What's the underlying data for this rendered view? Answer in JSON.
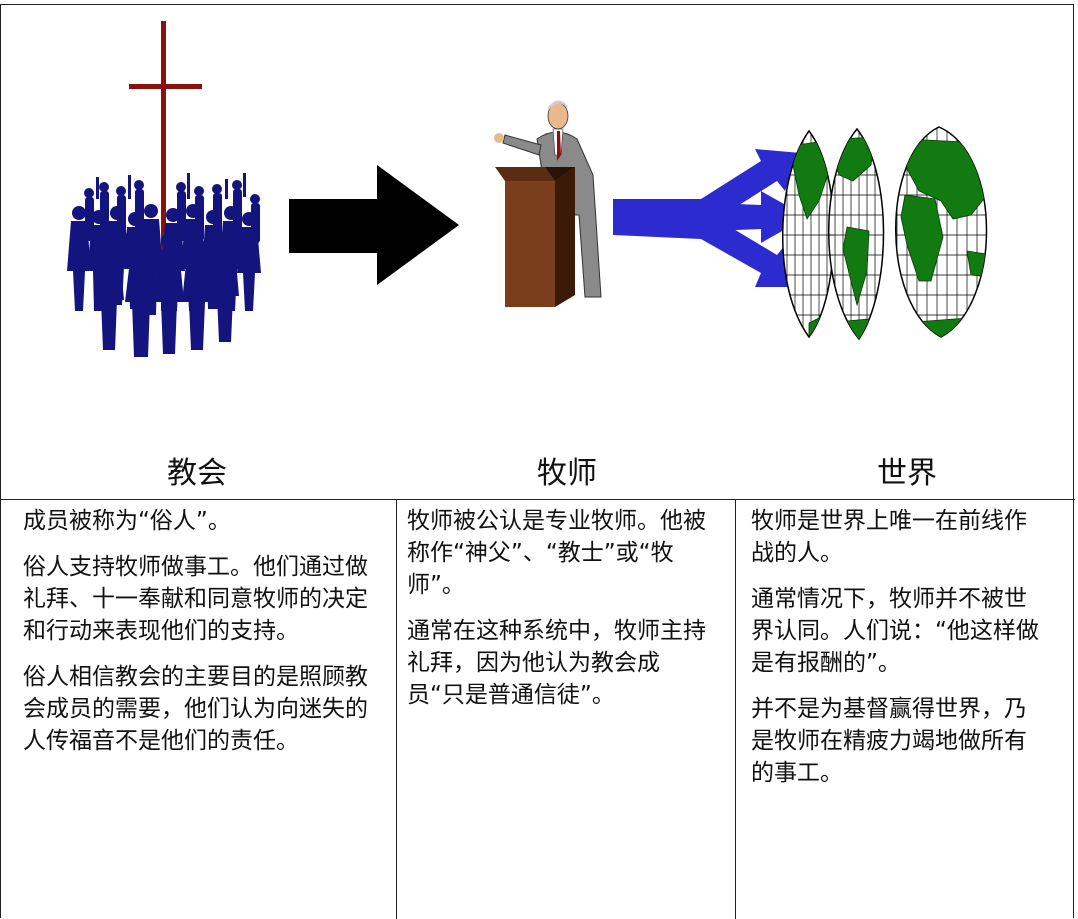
{
  "columns": [
    {
      "heading": "教会",
      "paragraphs": [
        "成员被称为“俗人”。",
        "俗人支持牧师做事工。他们通过做礼拜、十一奉献和同意牧师的决定和行动来表现他们的支持。",
        "俗人相信教会的主要目的是照顾教会成员的需要，他们认为向迷失的人传福音不是他们的责任。"
      ]
    },
    {
      "heading": "牧师",
      "paragraphs": [
        "牧师被公认是专业牧师。他被称作“神父”、“教士”或“牧师”。",
        "通常在这种系统中，牧师主持礼拜，因为他认为教会成员“只是普通信徒”。"
      ]
    },
    {
      "heading": "世界",
      "paragraphs": [
        "牧师是世界上唯一在前线作战的人。",
        "通常情况下，牧师并不被世界认同。人们说：“他这样做是有报酬的”。",
        "并不是为基督赢得世界，乃是牧师在精疲力竭地做所有的事工。"
      ]
    }
  ],
  "colors": {
    "cross": "#8b1010",
    "crowd": "#14147e",
    "big_arrow": "#000000",
    "pulpit": "#7a3e1c",
    "blue_arrows": "#2b2bd0",
    "land": "#117a11",
    "border": "#222222"
  },
  "icons": [
    "cross-icon",
    "crowd-icon",
    "arrow-right-icon",
    "pastor-at-pulpit-icon",
    "triple-arrow-icon",
    "world-globe-icon"
  ]
}
